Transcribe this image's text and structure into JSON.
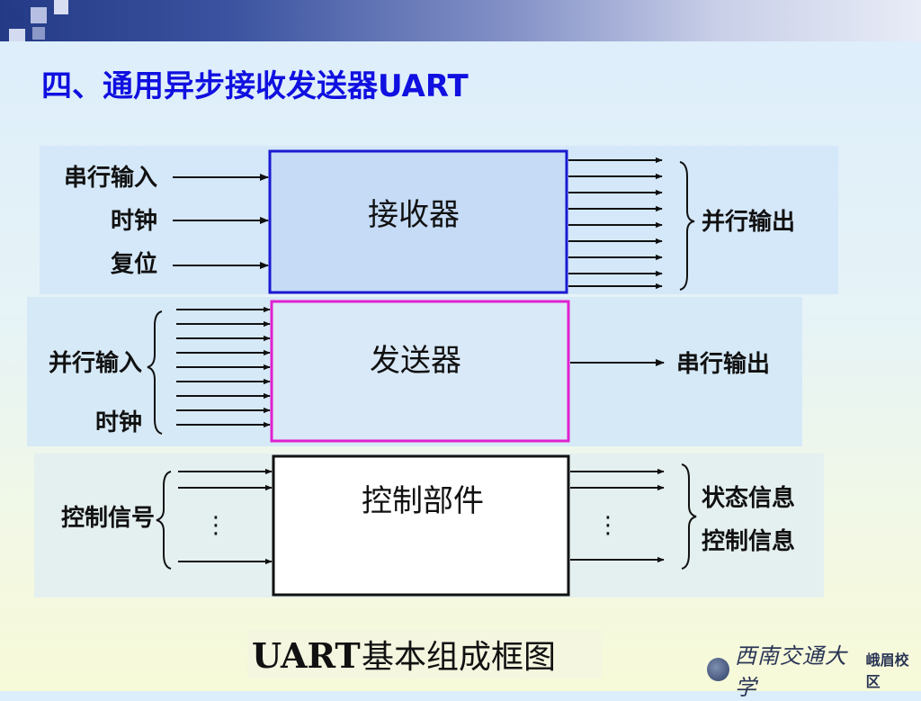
{
  "slide": {
    "title": "四、通用异步接收发送器UART"
  },
  "diagram": {
    "receiver": {
      "label": "接收器",
      "inputs": [
        "串行输入",
        "时钟",
        "复位"
      ],
      "output_label": "并行输出"
    },
    "transmitter": {
      "label": "发送器",
      "input_parallel": "并行输入",
      "input_clock": "时钟",
      "output_label": "串行输出"
    },
    "control": {
      "label": "控制部件",
      "input_label": "控制信号",
      "output_status": "状态信息",
      "output_control": "控制信息",
      "ellipsis": "⋮"
    },
    "caption_en": "UART",
    "caption_cn": "基本组成框图"
  },
  "footer": {
    "logo_text": "西南交通大学",
    "campus": "峨眉校区"
  },
  "colors": {
    "title": "#1010e0",
    "receiver_border": "#1a1ad0",
    "transmitter_border": "#e020d0",
    "control_border": "#111111"
  }
}
